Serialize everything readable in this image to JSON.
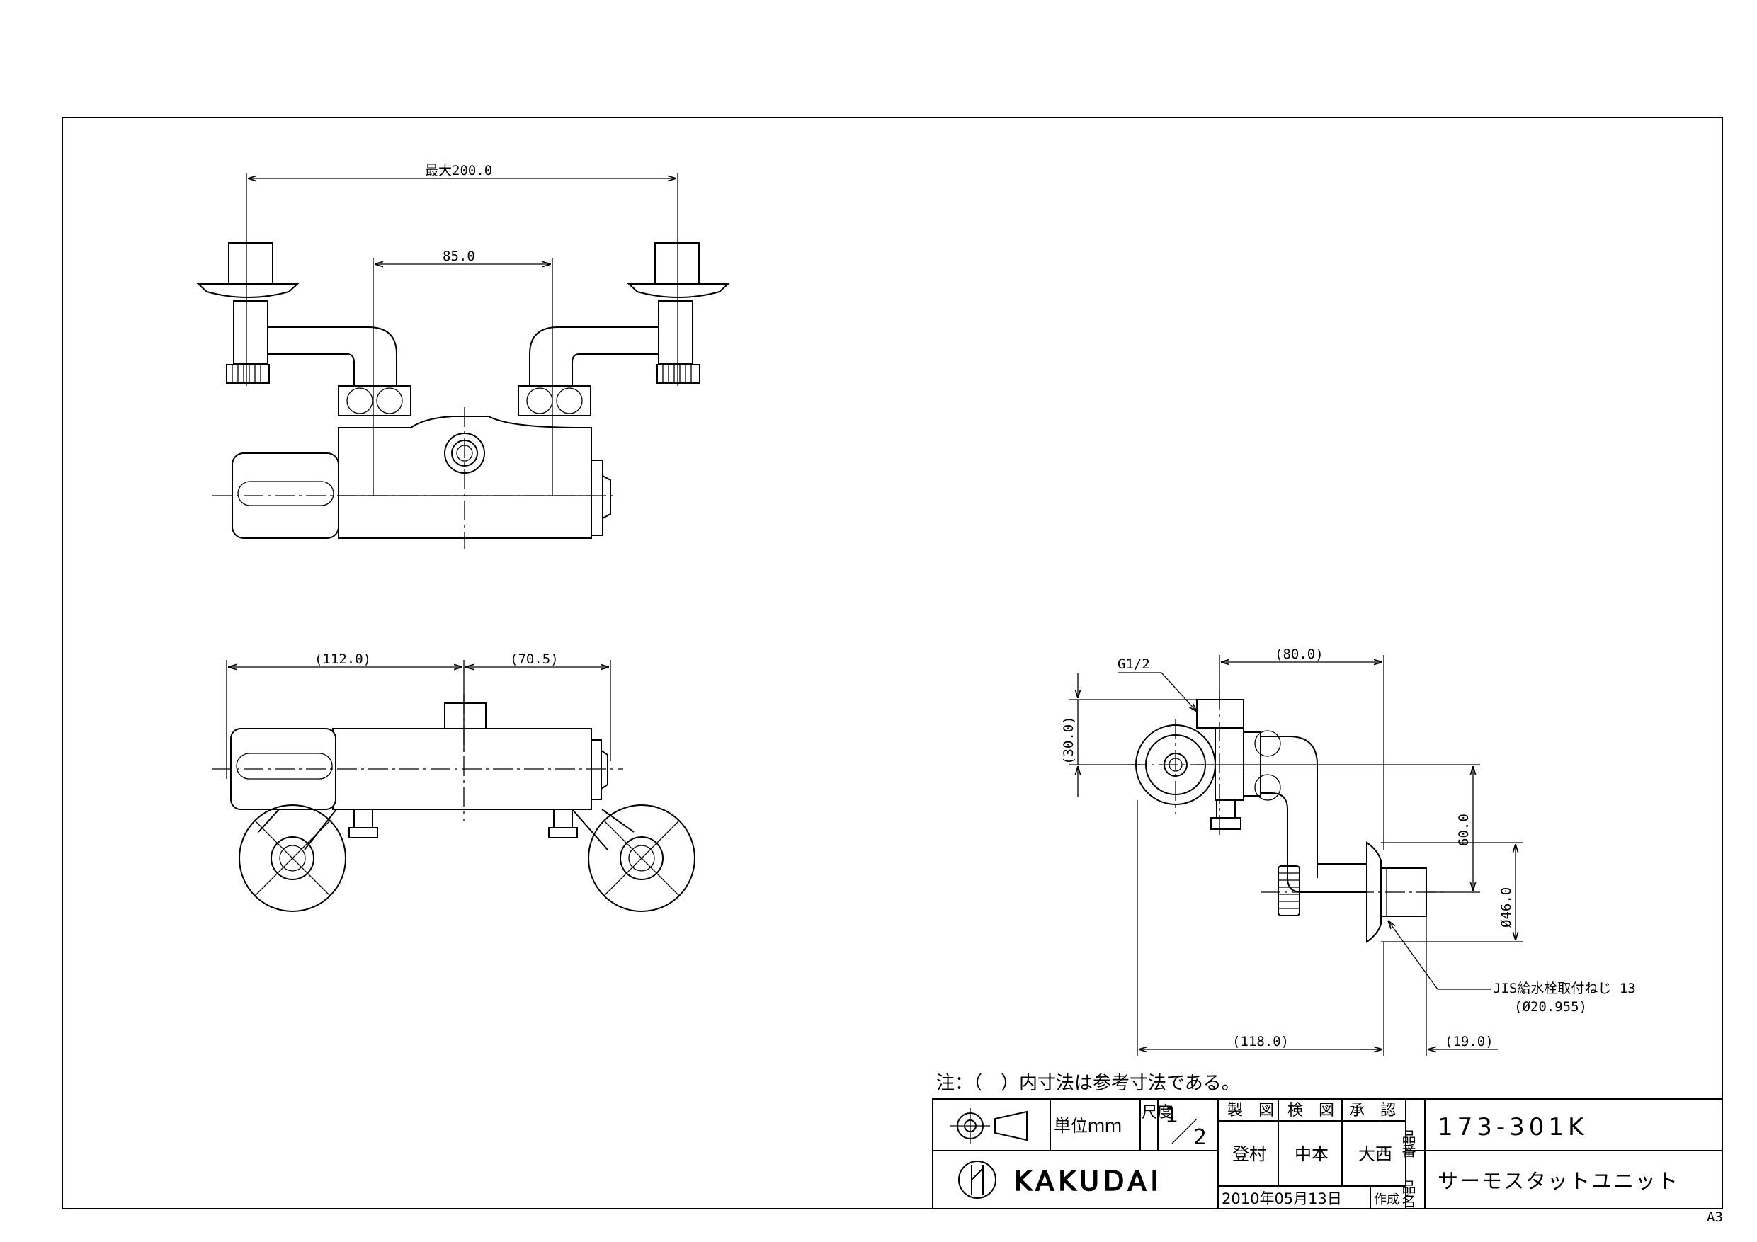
{
  "sheet": {
    "size_label": "A3"
  },
  "dimensions": {
    "max_spacing": "最大200.0",
    "center_spacing": "85.0",
    "left_length": "(112.0)",
    "right_length": "(70.5)",
    "depth": "(80.0)",
    "height_above": "(30.0)",
    "outlet_drop": "60.0",
    "flange_diameter": "Ø46.0",
    "total_depth": "(118.0)",
    "thread_length": "(19.0)",
    "thread_label": "G1/2",
    "jis_label": "JIS給水栓取付ねじ 13",
    "jis_diameter": "(Ø20.955)"
  },
  "note": "注：（　）内寸法は参考寸法である。",
  "title_block": {
    "unit_label": "単位ｍｍ",
    "scale_label": "尺度",
    "scale_num": "1",
    "scale_den": "2",
    "drawn_header": "製　図",
    "checked_header": "検　図",
    "approved_header": "承　認",
    "drawn_by": "登村",
    "checked_by": "中本",
    "approved_by": "大西",
    "part_no_label": "品番",
    "part_no": "173-301K",
    "name_label": "品名",
    "product_name": "サーモスタットユニット",
    "date": "2010年05月13日",
    "created_label": "作成",
    "brand": "KAKUDAI"
  }
}
